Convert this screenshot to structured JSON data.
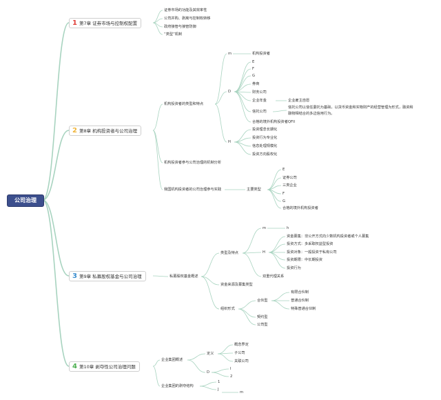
{
  "root": "公司治理",
  "colors": {
    "ch1": "#e0403a",
    "ch2": "#f0b53a",
    "ch3": "#3c8fd0",
    "ch4": "#4caf50",
    "edge": "#a7d3bf"
  },
  "chapters": {
    "c1": {
      "num": "1",
      "title": "第7章 证券市场与控制权配置"
    },
    "c2": {
      "num": "2",
      "title": "第8章 机构投资者与公司治理"
    },
    "c3": {
      "num": "3",
      "title": "第9章 私募股权基金与公司治理"
    },
    "c4": {
      "num": "4",
      "title": "第10章 剥夺性公司治理问题"
    }
  },
  "c1": {
    "a": "证券市场的功能及其效率性",
    "b": "公司并购、剥离与控制权转移",
    "c": "政府接管与接管防御",
    "d": "“类型”机制"
  },
  "c2": {
    "types": "机构投资者的类型和特点",
    "m": "m",
    "m_item": "机构投资者",
    "d": "D",
    "e": "E",
    "f": "F",
    "g": "G",
    "quan": "券商",
    "caiwu": "财务公司",
    "qiye": "企业年金",
    "qiye_note": "企业雇主自愿",
    "xintuo": "信托公司",
    "xintuo_note1": "信托公司以信任委托为基础，以货币资金和实物财产的经营管理为形式，融资和",
    "xintuo_note2": "融物相结合的多边信用行为。",
    "qfii": "合格的境外机构投资者QFII",
    "h": "H",
    "h1": "投资理念长期化",
    "h2": "投资行为专业化",
    "h3": "信息处理规模化",
    "h4": "投资方向股权化",
    "mech": "机构投资者参与公司治理的机制分析",
    "practice": "我国机构投资者的公司治理参与实践",
    "main_types": "主要类型",
    "p1": "E",
    "p2": "证券公司",
    "p3": "三类企业",
    "p4": "F",
    "p5": "G",
    "p6": "合格的境外机构投资者"
  },
  "c3": {
    "overview": "私募股权基金概述",
    "types": "类型及特点",
    "m": "m",
    "m_item": "h",
    "h": "H",
    "h1": "资金募集：非公开方式向少数机构投资者或个人募集",
    "h2": "投资方式：多采取权益型投资",
    "h3": "投资对象：一般投资于私有公司",
    "h4": "投资期限：中长期投资",
    "h5": "投资行为",
    "agency": "双重代理关系",
    "source": "资金来源及募集类型",
    "org": "组织形式",
    "hehuo": "合伙型",
    "o1": "有限合伙制",
    "o2": "普通合伙制",
    "o3": "特殊普通合伙制",
    "qiyue": "契约型",
    "gongsi": "公司型"
  },
  "c4": {
    "group": "企业集团概述",
    "def": "定义",
    "d1": "概念界定",
    "d2": "子公司",
    "d3": "关联公司",
    "d": "D",
    "dd1": "I",
    "dd2": "2",
    "struct": "企业集团的剥夺结构",
    "s1": "1",
    "s2": "J",
    "s3": "m"
  }
}
